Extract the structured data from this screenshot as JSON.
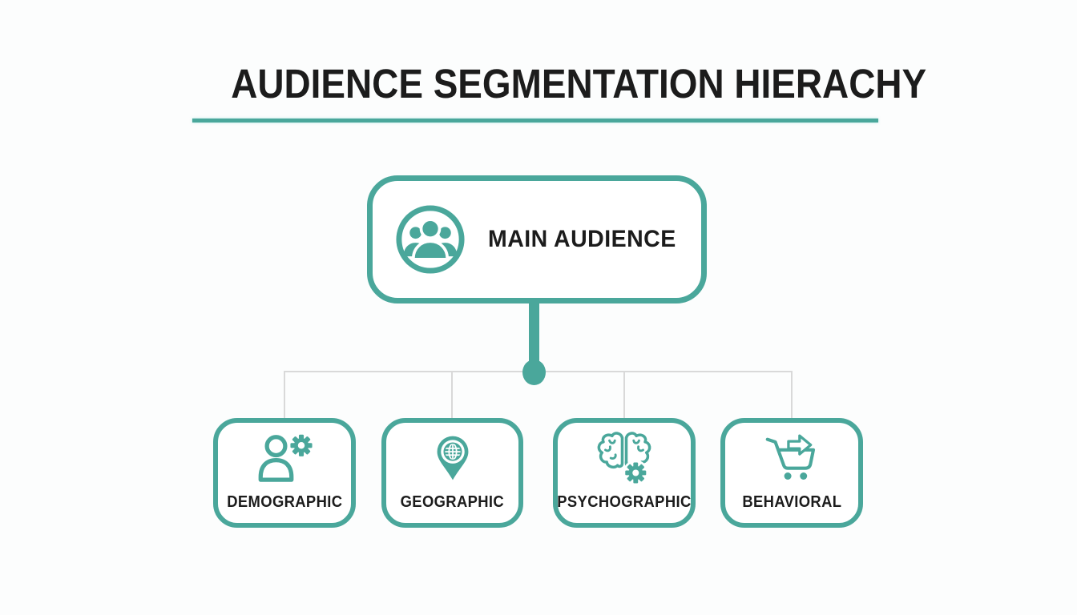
{
  "header": {
    "title": "AUDIENCE SEGMENTATION HIERACHY"
  },
  "tree": {
    "root": {
      "label": "MAIN AUDIENCE",
      "icon": "people-group-icon"
    },
    "children": [
      {
        "label": "DEMOGRAPHIC",
        "icon": "person-gear-icon"
      },
      {
        "label": "GEOGRAPHIC",
        "icon": "globe-pin-icon"
      },
      {
        "label": "PSYCHOGRAPHIC",
        "icon": "brain-gear-icon"
      },
      {
        "label": "BEHAVIORAL",
        "icon": "cart-arrow-icon"
      }
    ]
  },
  "style": {
    "accent_color": "#4AA79B",
    "connector_color": "#D9D9D9",
    "text_color": "#1C1C1C",
    "background_color": "#FCFDFD"
  }
}
